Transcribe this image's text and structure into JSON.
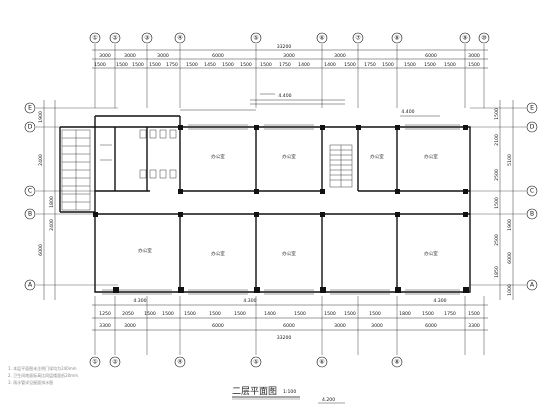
{
  "drawing": {
    "title": "二层平面图",
    "scale": "1:100",
    "total_length": "33200",
    "top_dims": [
      "3000",
      "3000",
      "6000",
      "3000",
      "3000",
      "6000",
      "3000",
      "3000"
    ],
    "top_subdims": [
      "1500",
      "1500",
      "1500",
      "1500",
      "1750",
      "1500",
      "1450",
      "1500",
      "1500",
      "1500",
      "1750",
      "1400",
      "1400",
      "1500",
      "1750",
      "1500",
      "1500",
      "1500",
      "1500",
      "1500"
    ],
    "bottom_dims": [
      "3300",
      "3000",
      "6000",
      "6000",
      "3000",
      "3000",
      "6000",
      "3300"
    ],
    "bottom_subdims": [
      "1250",
      "2050",
      "1500",
      "1500",
      "1500",
      "1500",
      "1500",
      "1400",
      "1500",
      "1500",
      "1500",
      "1500",
      "1800",
      "1500",
      "1750",
      "1500"
    ],
    "left_dims": [
      "1900",
      "2400",
      "6000",
      "1800",
      "2400"
    ],
    "right_dims": [
      "1500",
      "2100",
      "2500",
      "1500",
      "5100",
      "1900",
      "2500",
      "6000",
      "1850",
      "1000"
    ],
    "col_axes": [
      "①",
      "②",
      "③",
      "④",
      "⑤",
      "⑥",
      "⑦",
      "⑧",
      "⑨",
      "⑩"
    ],
    "row_axes": [
      "E",
      "D",
      "C",
      "B",
      "A"
    ],
    "rooms": [
      "办公室",
      "办公室",
      "办公室",
      "办公室",
      "办公室",
      "办公室",
      "办公室",
      "办公室"
    ],
    "dim_labels": {
      "w_top_left": "4.400",
      "w_top_right": "4.400",
      "bottom_a": "4.300",
      "bottom_b": "4.300",
      "bottom_c": "4.300",
      "level_mark": "4.200"
    },
    "notes": [
      "1. 本层平面图未注明门垛均为240mm",
      "2. 卫生间地面标高比同层楼面低20mm",
      "3. 雨水管详见屋面排水图"
    ]
  }
}
